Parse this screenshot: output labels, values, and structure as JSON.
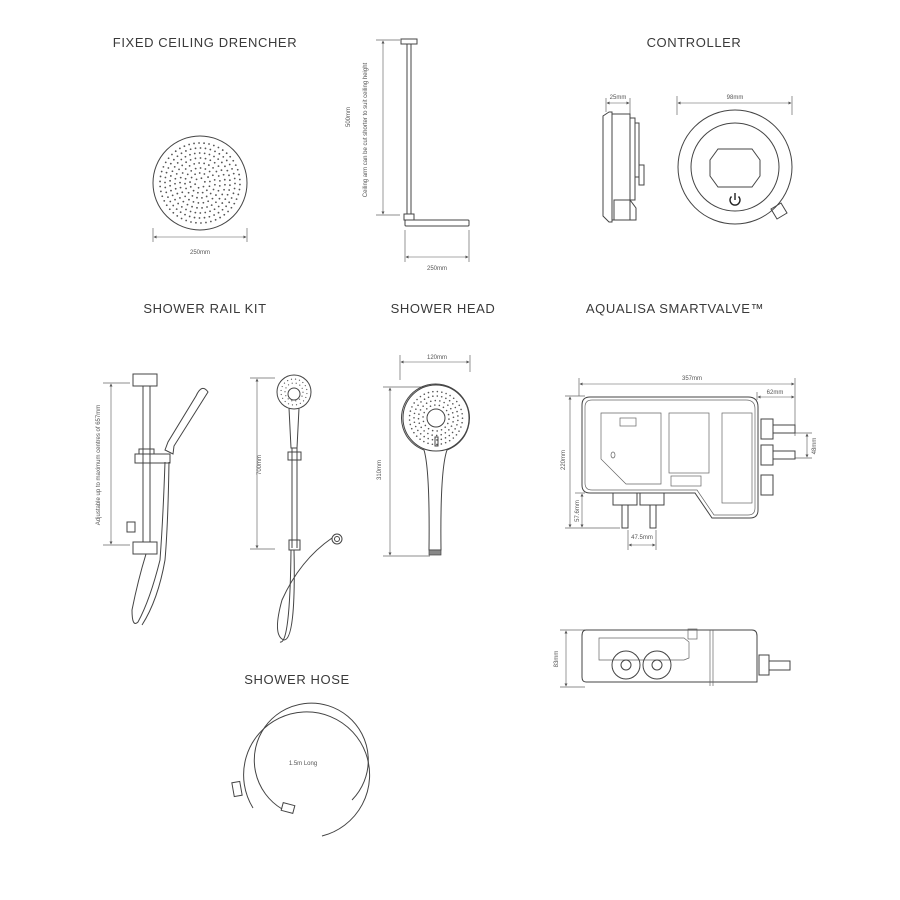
{
  "sections": {
    "ceiling_drencher": {
      "title": "FIXED CEILING DRENCHER",
      "head_width": "250mm",
      "arm_length": "500mm",
      "arm_note": "Ceiling arm can be cut shorter to suit ceiling height",
      "plate_width": "250mm"
    },
    "controller": {
      "title": "CONTROLLER",
      "depth": "25mm",
      "diameter": "98mm",
      "power_icon": "power-icon"
    },
    "shower_rail_kit": {
      "title": "SHOWER RAIL KIT",
      "adjust_note": "Adjustable up to maximum centres of 657mm",
      "height": "700mm"
    },
    "shower_head": {
      "title": "SHOWER HEAD",
      "width": "120mm",
      "length": "310mm"
    },
    "smartvalve": {
      "title": "AQUALISA SMARTVALVE™",
      "width": "357mm",
      "outlet_depth": "62mm",
      "outlet_spacing": "48mm",
      "height": "220mm",
      "inlet_height": "57.6mm",
      "inlet_spacing": "47.5mm",
      "depth": "83mm"
    },
    "shower_hose": {
      "title": "SHOWER HOSE",
      "length": "1.5m Long"
    }
  }
}
